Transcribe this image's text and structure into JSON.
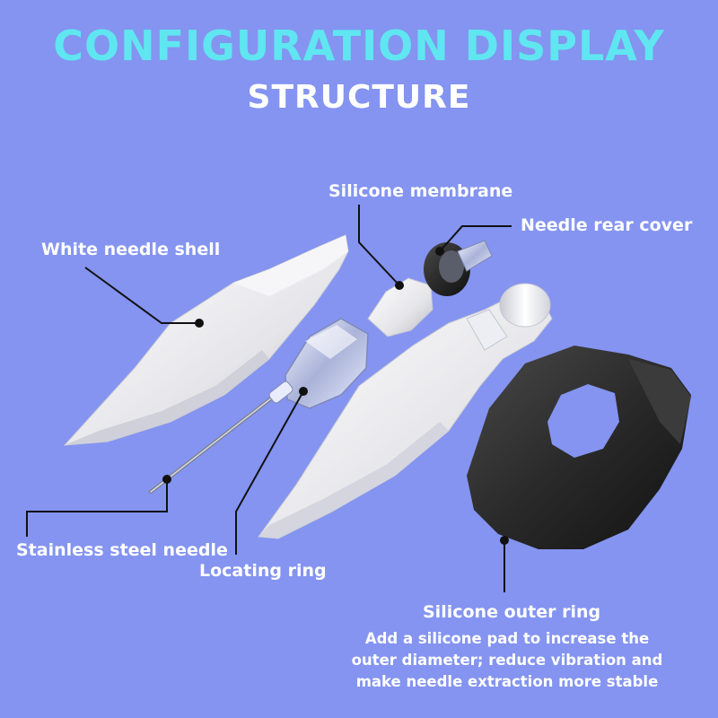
{
  "header": {
    "title": "CONFIGURATION DISPLAY",
    "subtitle": "STRUCTURE"
  },
  "labels": {
    "silicone_membrane": "Silicone membrane",
    "needle_rear_cover": "Needle rear cover",
    "white_needle_shell": "White needle shell",
    "stainless_steel_needle": "Stainless steel needle",
    "locating_ring": "Locating ring",
    "silicone_outer_ring": "Silicone outer ring"
  },
  "description": {
    "line1": "Add a silicone pad to increase the",
    "line2": "outer diameter; reduce vibration and",
    "line3": "make needle extraction more stable"
  },
  "colors": {
    "background": "#8494f0",
    "title": "#5fe6f0",
    "text": "#ffffff",
    "leader_line": "#111111"
  }
}
